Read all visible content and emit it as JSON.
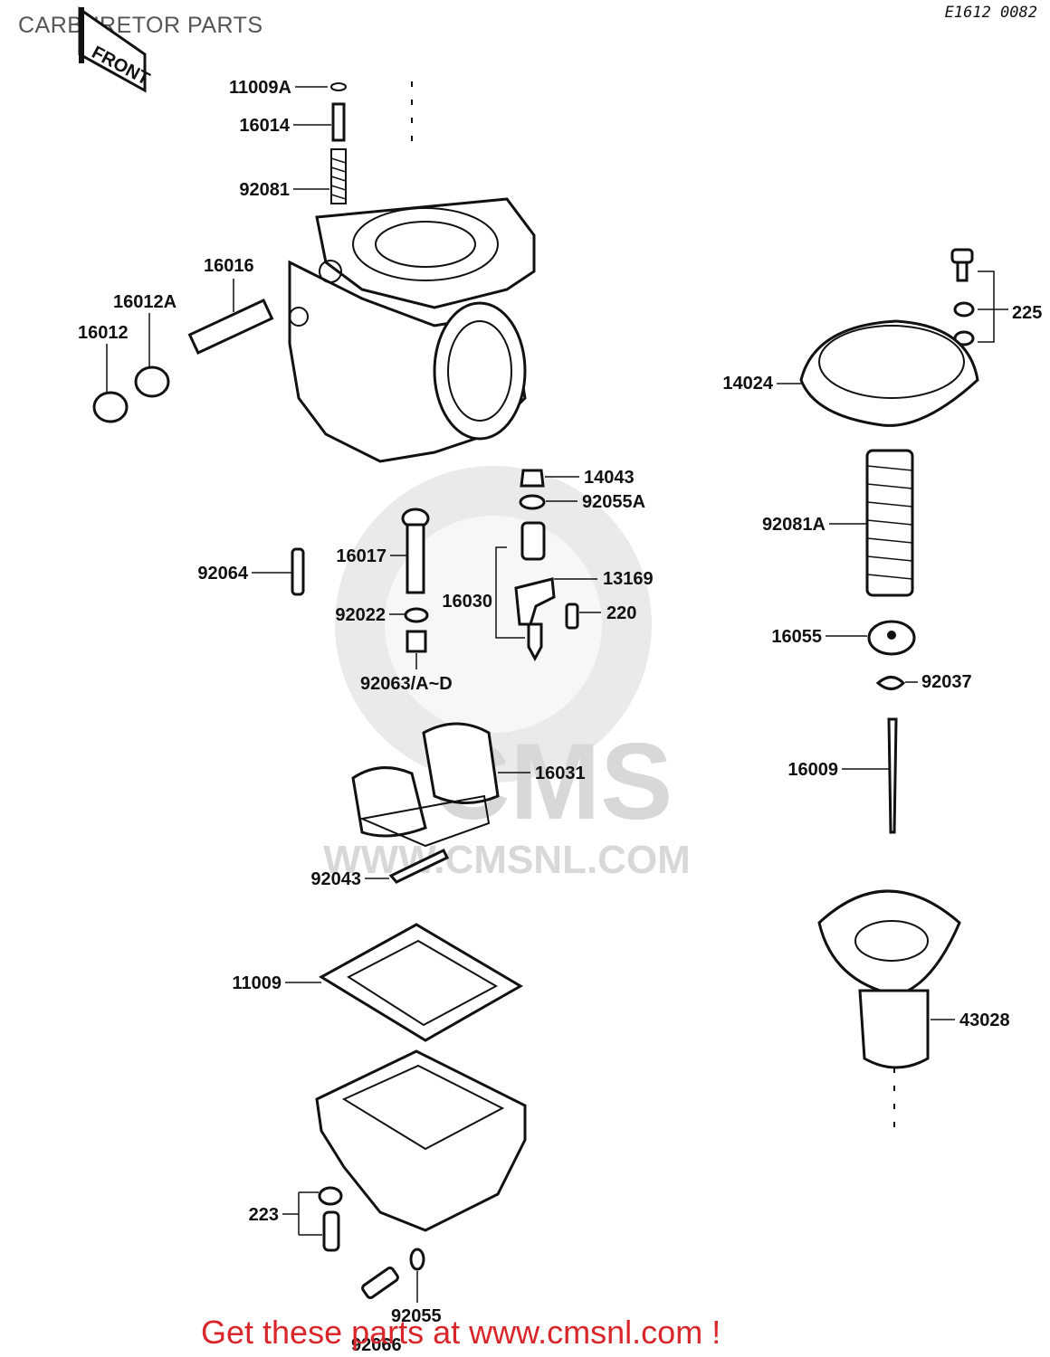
{
  "page_title": "CARBURETOR PARTS",
  "diagram_code": "E1612 0082",
  "front_arrow_label": "FRONT",
  "watermark": {
    "brand": "CMS",
    "url": "WWW.CMSNL.COM",
    "color": "#d8d8d8"
  },
  "footer_link": {
    "text": "Get these parts at www.cmsnl.com !",
    "color": "#d9262a"
  },
  "callouts": {
    "p11009A": "11009A",
    "p16014": "16014",
    "p92081": "92081",
    "p16016": "16016",
    "p16012A": "16012A",
    "p16012": "16012",
    "p225": "225",
    "p14024": "14024",
    "p14043": "14043",
    "p92055A": "92055A",
    "p92081A": "92081A",
    "p16017": "16017",
    "p13169": "13169",
    "p92064": "92064",
    "p16030": "16030",
    "p220": "220",
    "p92022": "92022",
    "p16055": "16055",
    "p92063": "92063/A~D",
    "p92037": "92037",
    "p16031": "16031",
    "p16009": "16009",
    "p92043": "92043",
    "p11009": "11009",
    "p43028": "43028",
    "p223": "223",
    "p92055": "92055",
    "p92066": "92066"
  }
}
